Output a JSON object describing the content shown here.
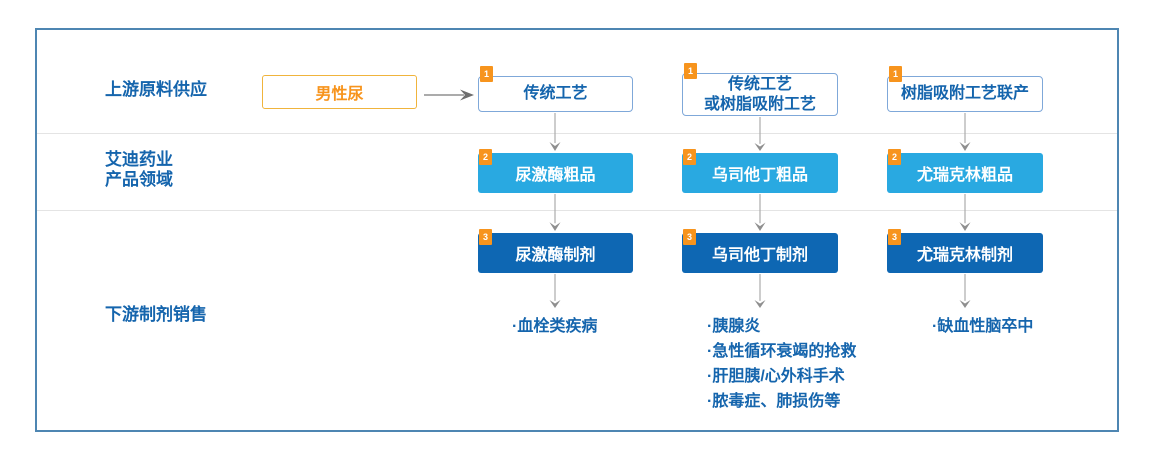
{
  "sections": {
    "upstream_label": "上游原料供应",
    "company_label_line1": "艾迪药业",
    "company_label_line2": "产品领域",
    "downstream_label": "下游制剂销售"
  },
  "source": {
    "label": "男性尿"
  },
  "columns": [
    {
      "process": {
        "badge": "1",
        "lines": [
          "传统工艺"
        ]
      },
      "crude": {
        "badge": "2",
        "label": "尿激酶粗品"
      },
      "formulation": {
        "badge": "3",
        "label": "尿激酶制剂"
      },
      "indications": [
        "·血栓类疾病"
      ]
    },
    {
      "process": {
        "badge": "1",
        "lines": [
          "传统工艺",
          "或树脂吸附工艺"
        ]
      },
      "crude": {
        "badge": "2",
        "label": "乌司他丁粗品"
      },
      "formulation": {
        "badge": "3",
        "label": "乌司他丁制剂"
      },
      "indications": [
        "·胰腺炎",
        "·急性循环衰竭的抢救",
        "·肝胆胰/心外科手术",
        "·脓毒症、肺损伤等"
      ]
    },
    {
      "process": {
        "badge": "1",
        "lines": [
          "树脂吸附工艺联产"
        ]
      },
      "crude": {
        "badge": "2",
        "label": "尤瑞克林粗品"
      },
      "formulation": {
        "badge": "3",
        "label": "尤瑞克林制剂"
      },
      "indications": [
        "·缺血性脑卒中"
      ]
    }
  ],
  "colors": {
    "label_blue": "#1565AD",
    "light_blue_fill": "#29A9E1",
    "dark_blue_fill": "#0E67B3",
    "badge_orange": "#F7941D",
    "source_border_orange": "#F0B43C",
    "frame_border_blue": "#4E86B2"
  }
}
